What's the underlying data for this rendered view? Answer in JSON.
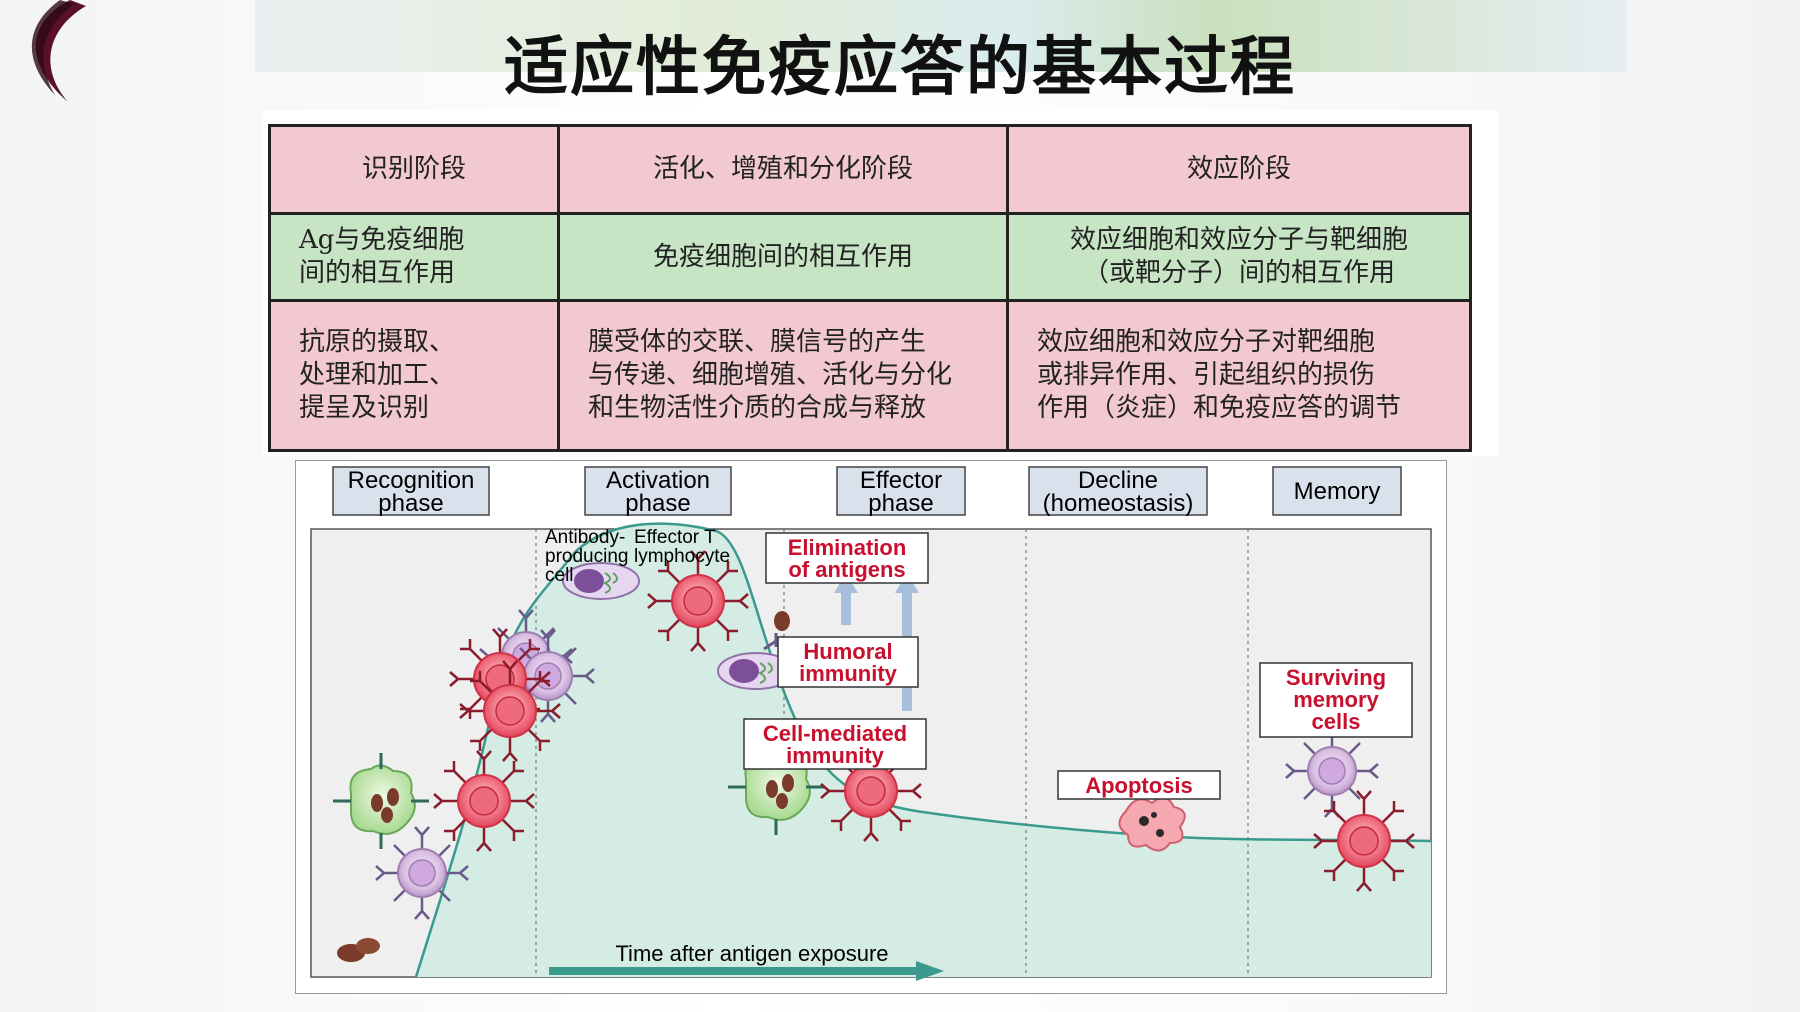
{
  "title": "适应性免疫应答的基本过程",
  "table": {
    "headers": [
      "识别阶段",
      "活化、增殖和分化阶段",
      "效应阶段"
    ],
    "row_interaction": [
      [
        "Ag与免疫细胞",
        "间的相互作用"
      ],
      [
        "免疫细胞间的相互作用"
      ],
      [
        "效应细胞和效应分子与靶细胞",
        "（或靶分子）间的相互作用"
      ]
    ],
    "row_process": [
      [
        "抗原的摄取、",
        "处理和加工、",
        "提呈及识别"
      ],
      [
        "膜受体的交联、膜信号的产生",
        "与传递、细胞增殖、活化与分化",
        "和生物活性介质的合成与释放"
      ],
      [
        "效应细胞和效应分子对靶细胞",
        "或排异作用、引起组织的损伤",
        "作用（炎症）和免疫应答的调节"
      ]
    ]
  },
  "diagram": {
    "phases": [
      {
        "lines": [
          "Recognition",
          "phase"
        ]
      },
      {
        "lines": [
          "Activation",
          "phase"
        ]
      },
      {
        "lines": [
          "Effector",
          "phase"
        ]
      },
      {
        "lines": [
          "Decline",
          "(homeostasis)"
        ]
      },
      {
        "lines": [
          "Memory"
        ]
      }
    ],
    "labels": {
      "antibody_cell": [
        "Antibody-",
        "producing",
        "cell"
      ],
      "effector_t": [
        "Effector T",
        "lymphocyte"
      ],
      "elimination": [
        "Elimination",
        "of antigens"
      ],
      "humoral": [
        "Humoral",
        "immunity"
      ],
      "cell_mediated": [
        "Cell-mediated",
        "immunity"
      ],
      "apoptosis": "Apoptosis",
      "surviving": [
        "Surviving",
        "memory",
        "cells"
      ],
      "time_axis": "Time after antigen exposure"
    },
    "colors": {
      "curve_fill": "#d4ece3",
      "curve_line": "#3a9a8e",
      "t_cell": "#e84a5f",
      "b_cell": "#c9a6d6",
      "apc": "#b7e0a2",
      "label_red": "#c8102e",
      "phase_box": "#d9e1ec",
      "arrow_teal": "#3a9a8e",
      "arrow_blue": "#a8bfdc"
    }
  }
}
